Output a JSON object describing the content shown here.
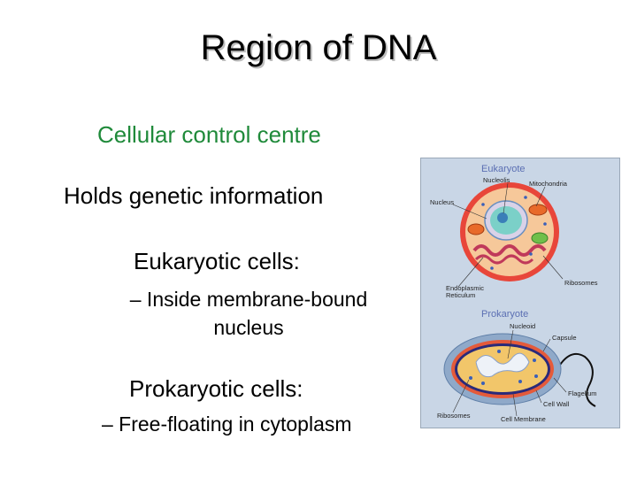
{
  "slide": {
    "title": "Region of DNA",
    "subtitle": "Cellular control centre",
    "bullet1": "Holds genetic information",
    "bullet2": "Eukaryotic cells:",
    "sub1": "– Inside membrane-bound nucleus",
    "bullet3": "Prokaryotic cells:",
    "sub2": "– Free-floating in cytoplasm"
  },
  "diagram": {
    "eukaryote_title": "Eukaryote",
    "prokaryote_title": "Prokaryote",
    "labels": {
      "nucleolis": "Nucleolis",
      "mitochondria": "Mitochondria",
      "nucleus": "Nucleus",
      "endoplasmic": "Endoplasmic",
      "reticulum": "Reticulum",
      "ribosomes_euk": "Ribosomes",
      "nucleoid": "Nucleoid",
      "capsule": "Capsule",
      "flagellum": "Flagellum",
      "cell_wall": "Cell Wall",
      "ribosomes_pro": "Ribosomes",
      "cell_membrane": "Cell Membrane"
    },
    "colors": {
      "background": "#c9d6e6",
      "euk_outer": "#e8463a",
      "euk_cytoplasm": "#f6c89a",
      "nucleus": "#7bd0c8",
      "nucleolus": "#3a7fb8",
      "pro_capsule": "#8fa9c9",
      "pro_wall": "#e45a3a",
      "pro_cytoplasm": "#f2c66a"
    }
  }
}
